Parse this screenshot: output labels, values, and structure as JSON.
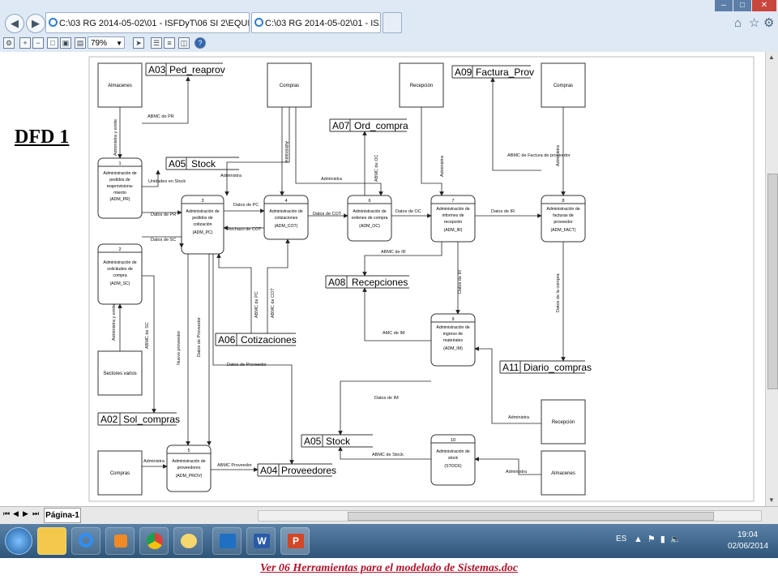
{
  "browser": {
    "address": "C:\\03 RG 2014-05-02\\01 - ISFDyT\\06 SI 2\\EQUIPOS\\Gru",
    "tab_title": "C:\\03 RG 2014-05-02\\01 - IS...",
    "zoom": "79%",
    "icons": [
      "back-icon",
      "forward-icon",
      "home-icon",
      "star-icon",
      "gear-icon",
      "refresh-icon",
      "search-icon"
    ]
  },
  "diagram": {
    "title": "DFD 1",
    "entities": {
      "almacenes_top": "Almacenes",
      "compras_top": "Compras",
      "recepcion_top": "Recepción",
      "compras_right": "Compras",
      "sectores": "Sectores varios",
      "recepcion_right": "Recepción",
      "compras_bottom": "Compras",
      "almacenes_bottom": "Almacenes"
    },
    "processes": [
      {
        "num": "1",
        "l1": "Administración de",
        "l2": "pedidos de",
        "l3": "reaprovisiona-",
        "l4": "miento",
        "l5": "(ADM_PR)"
      },
      {
        "num": "2",
        "l1": "Administración de",
        "l2": "solicitudes de",
        "l3": "compra",
        "l4": "(ADM_SC)"
      },
      {
        "num": "3",
        "l1": "Administración de",
        "l2": "pedidos de",
        "l3": "cotización",
        "l4": "(ADM_PC)"
      },
      {
        "num": "4",
        "l1": "Administración de",
        "l2": "cotizaciones",
        "l3": "(ADM_COT)"
      },
      {
        "num": "5",
        "l1": "Administración de",
        "l2": "proveedores",
        "l3": "(ADM_PROV)"
      },
      {
        "num": "6",
        "l1": "Administración de",
        "l2": "ordenes de compra",
        "l3": "(ADM_OC)"
      },
      {
        "num": "7",
        "l1": "Administración de",
        "l2": "informes de",
        "l3": "recepción",
        "l4": "(ADM_IR)"
      },
      {
        "num": "8",
        "l1": "Administración de",
        "l2": "facturas de",
        "l3": "proveedor",
        "l4": "(ADM_FACT)"
      },
      {
        "num": "9",
        "l1": "Administración de",
        "l2": "ingreso de",
        "l3": "materiales",
        "l4": "(ADM_IM)"
      },
      {
        "num": "10",
        "l1": "Administración de",
        "l2": "stock",
        "l3": "(STOCK)"
      }
    ],
    "stores": {
      "a03": {
        "id": "A03",
        "name": "Ped_reaprov"
      },
      "a05_top": {
        "id": "A05",
        "name": "Stock"
      },
      "a07": {
        "id": "A07",
        "name": "Ord_compra"
      },
      "a09": {
        "id": "A09",
        "name": "Factura_Prov"
      },
      "a08": {
        "id": "A08",
        "name": "Recepciones"
      },
      "a06": {
        "id": "A06",
        "name": "Cotizaciones"
      },
      "a11": {
        "id": "A11",
        "name": "Diario_compras"
      },
      "a02": {
        "id": "A02",
        "name": "Sol_compras"
      },
      "a05_bottom": {
        "id": "A05",
        "name": "Stock"
      },
      "a04": {
        "id": "A04",
        "name": "Proveedores"
      }
    },
    "flows": {
      "abmc_pr": "ABMC de PR",
      "admin_emite_1": "Administra y emite",
      "unidades_stock": "Unidades en Stock",
      "administra_a05": "Administra",
      "administra_compras_v": "Administra",
      "administra_compras_h": "Administra",
      "datos_pr": "Datos de PR",
      "datos_sc": "Datos de SC",
      "datos_pc": "Datos de PC",
      "rechazo_cot": "Rechazo de COT",
      "datos_cot": "Datos de COT",
      "abmc_oc": "ABMC de OC",
      "datos_oc": "Datos de OC",
      "administra_recep": "Administra",
      "datos_ir_h": "Datos de IR",
      "abmc_fact": "ABMC de Factura de proveedor",
      "administra_compras_right": "Administra",
      "abmc_ir": "ABMC de IR",
      "datos_ir_v": "Datos de IR",
      "datos_compra": "Datos de la compra",
      "abmc_pc": "ABMC de PC",
      "abmc_cot": "ABMC de COT",
      "amc_im": "AMC de IM",
      "admin_emite_2": "Administra y emite",
      "abmc_sc": "ABMC de SC",
      "nuevo_proveedor": "Nuevo proveedor",
      "datos_proveedor_v": "Datos de Proveedor",
      "datos_proveedor_h": "Datos de Proveedor",
      "datos_im": "Datos de IM",
      "administra_recep_right": "Administra",
      "abmc_stock": "ABMC de Stock",
      "administra_almacenes": "Administra",
      "administra_compras_bottom": "Administra",
      "abmc_proveedor": "ABMC Proveedor"
    }
  },
  "statusbar": {
    "sheet_tab": "Página-1"
  },
  "taskbar": {
    "apps": [
      "windows-start-icon",
      "explorer-folder-icon",
      "internet-explorer-icon",
      "media-player-icon",
      "chrome-icon",
      "paint-icon",
      "outlook-icon",
      "word-icon",
      "powerpoint-icon"
    ],
    "lang": "ES",
    "time": "19:04",
    "date": "02/06/2014"
  },
  "footer": {
    "caption": "Ver 06 Herramientas para el modelado de Sistemas.doc"
  }
}
